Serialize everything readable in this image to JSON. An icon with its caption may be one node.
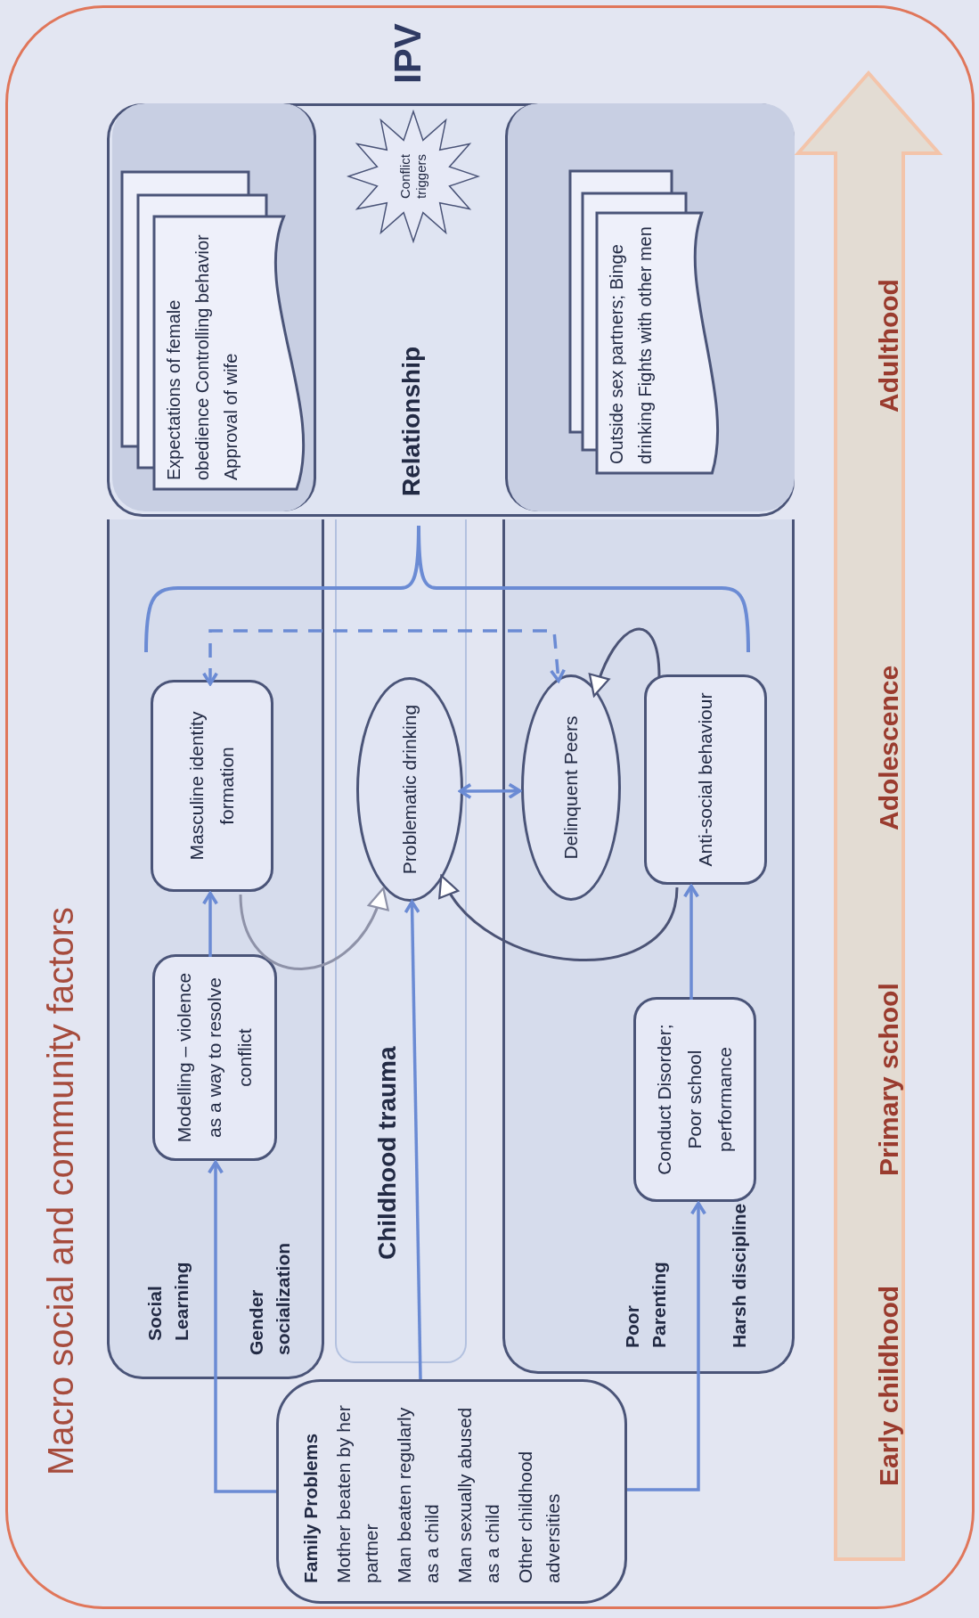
{
  "diagram": {
    "title": "Macro social and community factors",
    "nodes": [
      {
        "text": [
          "Relationship"
        ]
      },
      {
        "text": [],
        "shape": "box",
        "in": 0
      },
      {
        "text": [
          "Expectations of female obedience Controlling behavior Approval of wife"
        ],
        "in": 1
      },
      {
        "text": [
          "Conflict triggers"
        ],
        "in": 0
      },
      {
        "text": [],
        "shape": "box",
        "in": 0
      },
      {
        "text": [
          "Outside sex partners; Binge drinking Fights with other men"
        ],
        "in": 4
      },
      {
        "text": [
          "Social Learning",
          "Gender socialization"
        ]
      },
      {
        "text": [
          "Childhood trauma"
        ]
      },
      {
        "text": [
          "Poor Parenting",
          "Harsh discipline"
        ]
      },
      {
        "text": [
          "Modelling – violence as a way to resolve conflict"
        ],
        "in": 6
      },
      {
        "text": [
          "Masculine identity formation"
        ],
        "in": 6
      },
      {
        "text": [
          "Problematic drinking"
        ],
        "in": 7
      },
      {
        "text": [
          "Delinquent Peers"
        ],
        "in": 8
      },
      {
        "text": [
          "Anti-social behaviour"
        ],
        "in": 8
      },
      {
        "text": [
          "Conduct Disorder; Poor school performance"
        ],
        "in": 8
      },
      {
        "text": [
          "Family Problems",
          "Mother beaten by her partner",
          "Man beaten regularly as a child",
          "Man sexually abused as a child",
          "Other childhood adversities"
        ]
      }
    ],
    "edges": [
      {
        "from": 15,
        "to": 9,
        "arrow": "to"
      },
      {
        "from": 9,
        "to": 10,
        "arrow": "to"
      },
      {
        "from": 15,
        "to": 11,
        "arrow": "to"
      },
      {
        "from": 15,
        "to": 14,
        "arrow": "to"
      },
      {
        "from": 14,
        "to": 13,
        "arrow": "to"
      },
      {
        "from": 13,
        "to": 11,
        "arrow": "to",
        "color": "#4b5375"
      },
      {
        "from": 13,
        "to": 12,
        "arrow": "to",
        "color": "#4b5375"
      },
      {
        "from": 10,
        "to": 11,
        "arrow": "to",
        "color": "#8e92a8"
      },
      {
        "from": 11,
        "to": 12,
        "arrow": "both"
      },
      {
        "from": 10,
        "to": 12,
        "arrow": "both",
        "style": "dashed"
      }
    ],
    "labels": [
      "IPV",
      "Early childhood",
      "Primary school",
      "Adolescence",
      "Adulthood"
    ]
  }
}
